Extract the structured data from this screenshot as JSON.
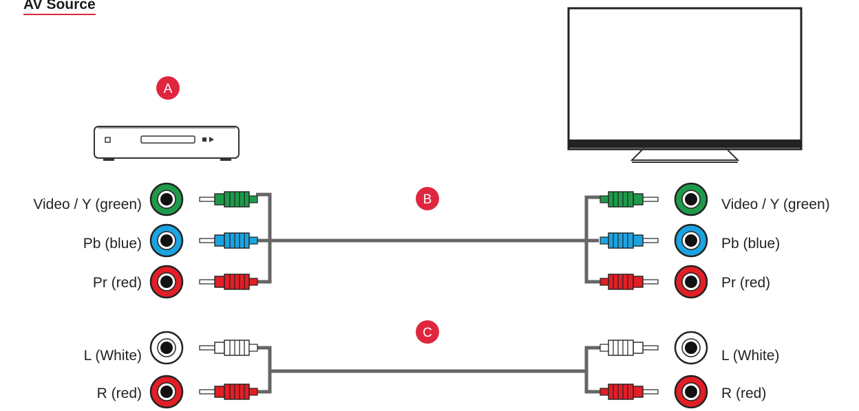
{
  "title": "AV Source",
  "badges": {
    "a": "A",
    "b": "B",
    "c": "C"
  },
  "left_labels": [
    "Video / Y (green)",
    "Pb (blue)",
    "Pr (red)",
    "L (White)",
    "R (red)"
  ],
  "right_labels": [
    "Video / Y (green)",
    "Pb (blue)",
    "Pr (red)",
    "L (White)",
    "R (red)"
  ],
  "colors": {
    "badge": "#e0263f",
    "green": "#1f9a4a",
    "blue": "#1ca3e0",
    "red": "#e21f26",
    "white": "#ffffff",
    "cable": "#666666",
    "outline": "#222222"
  }
}
